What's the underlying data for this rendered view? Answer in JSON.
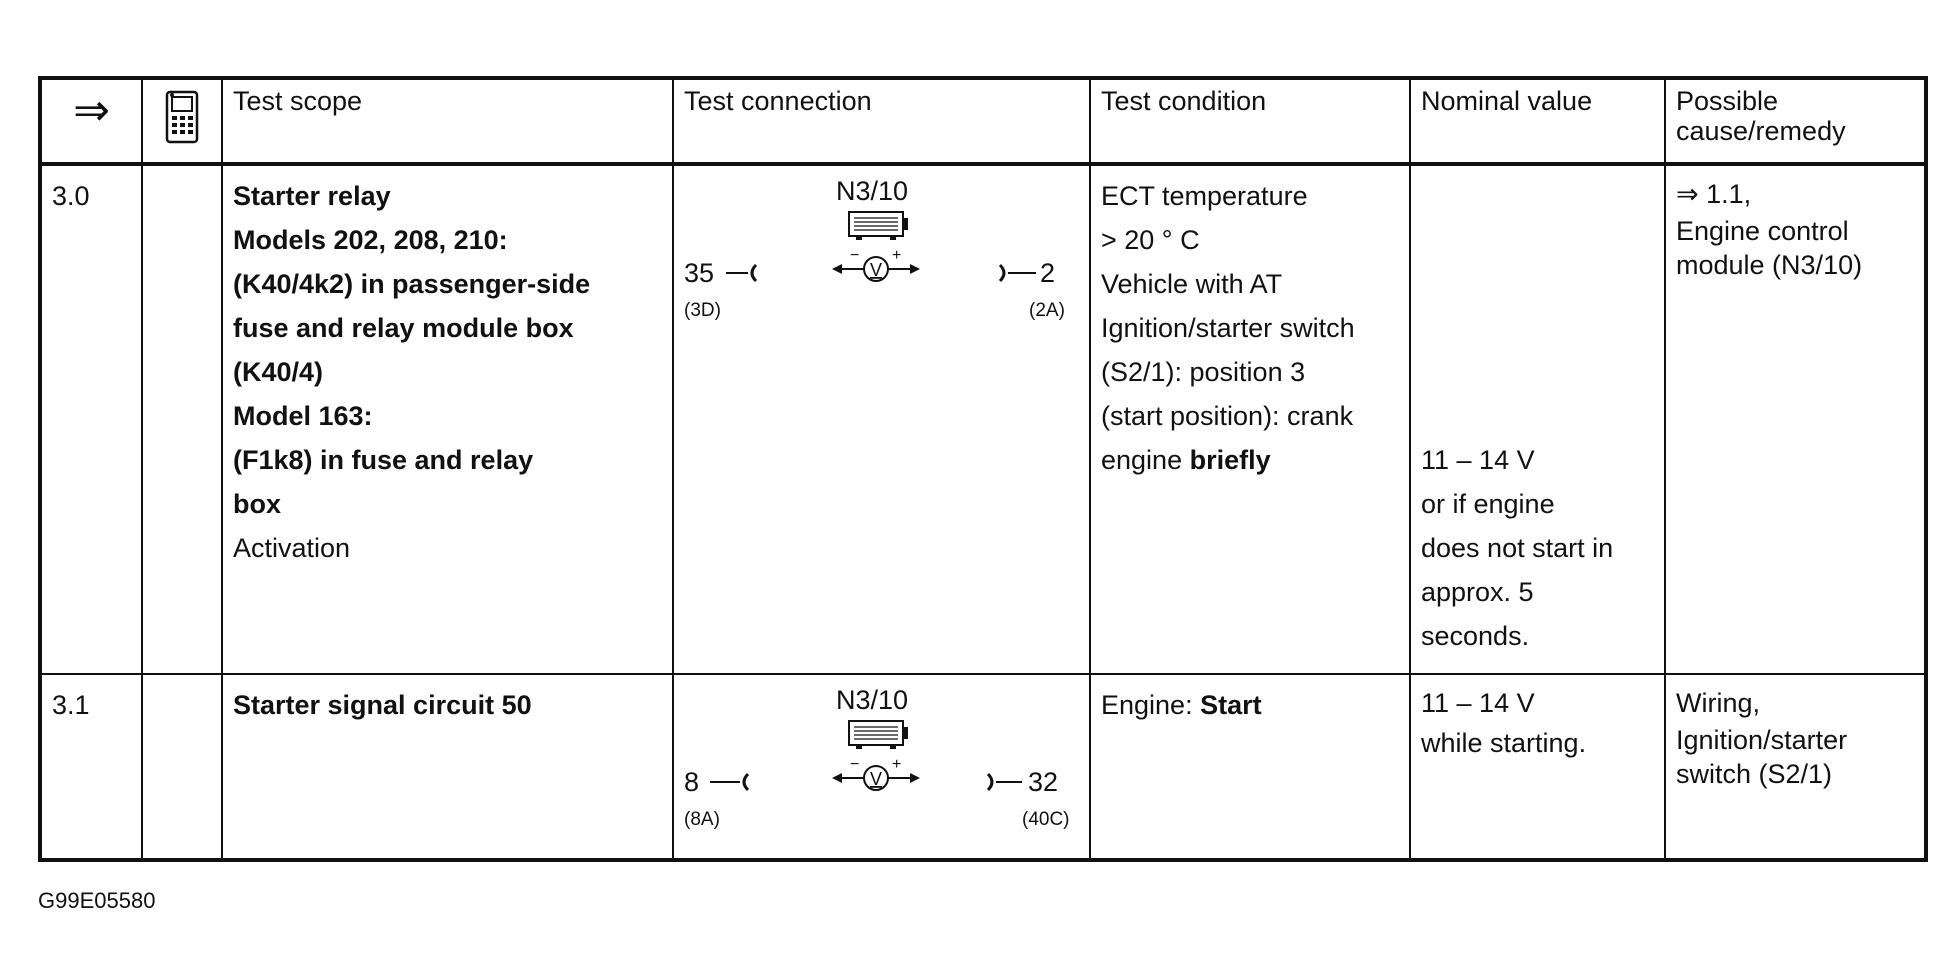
{
  "header": {
    "arrow": "⇒",
    "tester_icon": "tester-device-icon",
    "test_scope": "Test scope",
    "test_connection": "Test connection",
    "test_condition": "Test condition",
    "nominal_value": "Nominal value",
    "possible_cause": [
      "Possible",
      "cause/remedy"
    ]
  },
  "rows": [
    {
      "step": "3.0",
      "scope_bold": [
        "Starter relay",
        "Models 202, 208, 210:",
        "(K40/4k2) in passenger-side",
        "fuse and relay module box",
        "(K40/4)",
        "Model 163:",
        "(F1k8) in fuse and relay",
        "box"
      ],
      "scope_normal": "Activation",
      "connection": {
        "module": "N3/10",
        "left_pin": "35",
        "left_sub": "(3D)",
        "right_pin": "2",
        "right_sub": "(2A)",
        "meter": "V"
      },
      "condition": [
        "ECT temperature",
        "> 20 ° C",
        "Vehicle with AT",
        "Ignition/starter switch",
        "(S2/1): position 3",
        "(start position): crank"
      ],
      "condition_last_prefix": "engine ",
      "condition_last_bold": "briefly",
      "nominal": [
        "11 – 14 V",
        "or if engine",
        "does not start in",
        "approx. 5",
        "seconds."
      ],
      "cause": [
        "⇒ 1.1,",
        "Engine control",
        "module (N3/10)"
      ]
    },
    {
      "step": "3.1",
      "scope_bold": [
        "Starter signal circuit 50"
      ],
      "connection": {
        "module": "N3/10",
        "left_pin": "8",
        "left_sub": "(8A)",
        "right_pin": "32",
        "right_sub": "(40C)",
        "meter": "V"
      },
      "condition_prefix": "Engine: ",
      "condition_bold": "Start",
      "nominal": [
        "11 – 14 V",
        "while starting."
      ],
      "cause": [
        "Wiring,",
        "Ignition/starter",
        "switch (S2/1)"
      ]
    }
  ],
  "footer": {
    "doc_id": "G99E05580"
  }
}
